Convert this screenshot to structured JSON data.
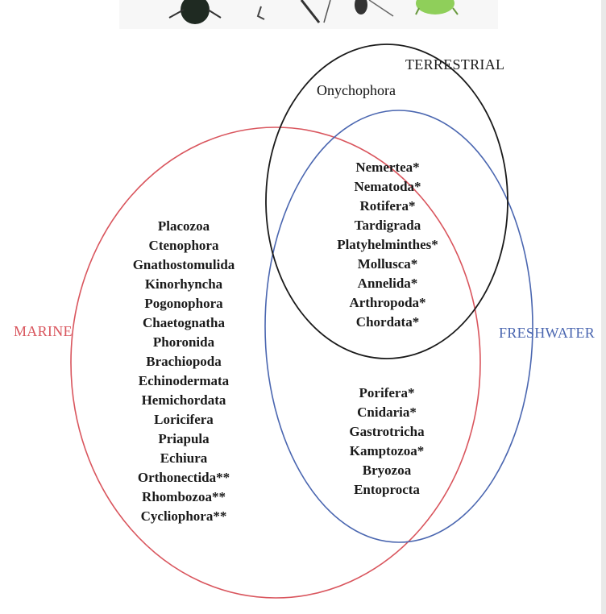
{
  "diagram": {
    "labels": {
      "terrestrial": "TERRESTRIAL",
      "marine": "MARINE",
      "freshwater": "FRESHWATER"
    },
    "colors": {
      "terrestrial": "#1a1a1a",
      "marine": "#d9555d",
      "freshwater": "#4a66b0"
    },
    "terrestrial_only": "Onychophora",
    "marine_only": [
      "Placozoa",
      "Ctenophora",
      "Gnathostomulida",
      "Kinorhyncha",
      "Pogonophora",
      "Chaetognatha",
      "Phoronida",
      "Brachiopoda",
      "Echinodermata",
      "Hemichordata",
      "Loricifera",
      "Priapula",
      "Echiura",
      "Orthonectida**",
      "Rhombozoa**",
      "Cycliophora**"
    ],
    "all_three": [
      "Nemertea*",
      "Nematoda*",
      "Rotifera*",
      "Tardigrada",
      "Platyhelminthes*",
      "Mollusca*",
      "Annelida*",
      "Arthropoda*",
      "Chordata*"
    ],
    "marine_freshwater": [
      "Porifera*",
      "Cnidaria*",
      "Gastrotricha",
      "Kamptozoa*",
      "Bryozoa",
      "Entoprocta"
    ]
  }
}
